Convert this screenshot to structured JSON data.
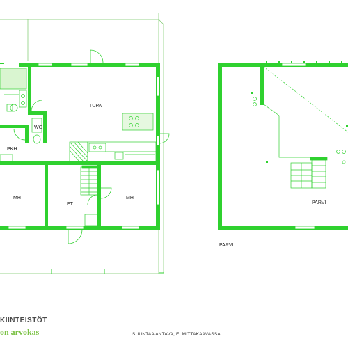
{
  "rooms": {
    "tupa": "TUPA",
    "wc": "WC",
    "pkh": "PKH",
    "mh_left": "MH",
    "et": "ET",
    "mh_right": "MH",
    "parvi_room": "PARVI"
  },
  "plan_titles": {
    "loft": "PARVI"
  },
  "brand": {
    "line1": "KIINTEISTÖT",
    "line2": "on arvokas"
  },
  "footer": {
    "note": "SUUNTAA ANTAVA, EI MITTAKAAVASSA."
  },
  "colors": {
    "wall": "#2fd12f",
    "thin": "#7ac86a",
    "brand_green": "#7ac143"
  }
}
